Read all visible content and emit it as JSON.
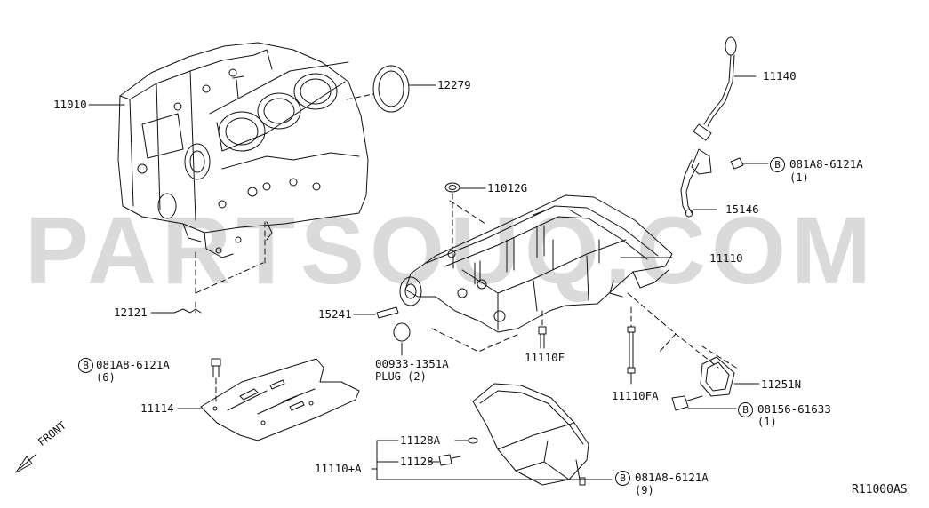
{
  "watermark": "PARTSOUQ.COM",
  "diagram_code": "R11000AS",
  "front_label": "FRONT",
  "bolt_symbol": "B",
  "labels": {
    "p11010": "11010",
    "p12279": "12279",
    "p11140": "11140",
    "p081A8_a": "081A8-6121A",
    "p081A8_a_qty": "(1)",
    "p11012G": "11012G",
    "p15146": "15146",
    "p11110": "11110",
    "p12121": "12121",
    "p15241": "15241",
    "p00933": "00933-1351A",
    "p00933_plug": "PLUG (2)",
    "p11110F": "11110F",
    "p081A8_b": "081A8-6121A",
    "p081A8_b_qty": "(6)",
    "p11114": "11114",
    "p11110FA": "11110FA",
    "p11251N": "11251N",
    "p08156": "08156-61633",
    "p08156_qty": "(1)",
    "p11128A": "11128A",
    "p11128": "11128",
    "p11110A": "11110+A",
    "p081A8_c": "081A8-6121A",
    "p081A8_c_qty": "(9)"
  }
}
